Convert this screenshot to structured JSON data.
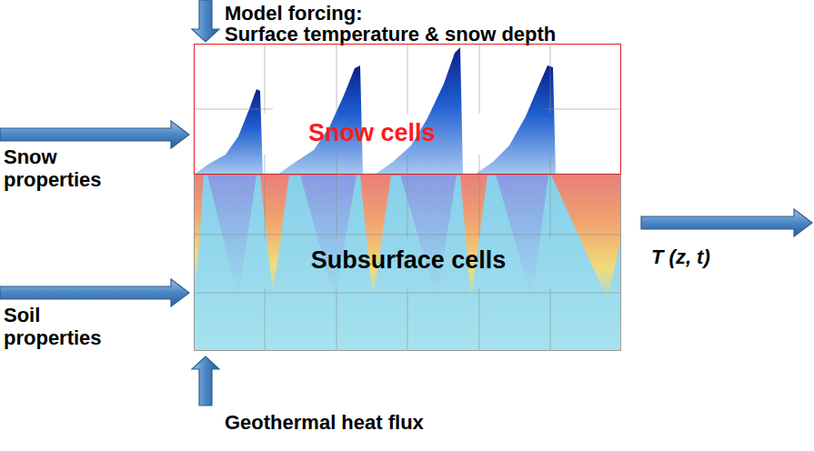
{
  "diagram": {
    "nodes": [
      {
        "text": [
          "Snow cells"
        ]
      },
      {
        "text": [
          "Subsurface cells"
        ]
      }
    ],
    "labels": [
      "Model forcing:",
      "Surface temperature & snow depth",
      "Snow properties",
      "Soil properties",
      "T (z, t)",
      "Geothermal heat flux"
    ]
  }
}
